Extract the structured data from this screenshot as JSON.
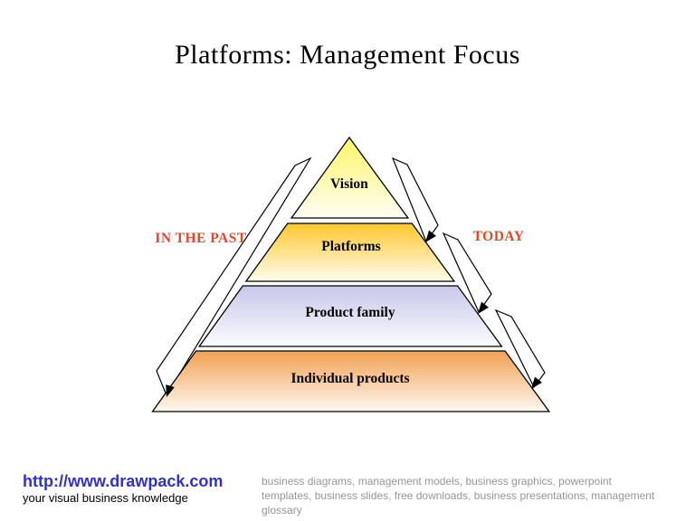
{
  "title": "Platforms: Management Focus",
  "pyramid": {
    "layers": [
      {
        "label": "Vision",
        "color_top": "#FFF566"
      },
      {
        "label": "Platforms",
        "color_top": "#FFC72E"
      },
      {
        "label": "Product family",
        "color_top": "#C7C8EA"
      },
      {
        "label": "Individual products",
        "color_top": "#F0A052"
      }
    ]
  },
  "annotations": {
    "past_label": "IN THE PAST",
    "today_label": "TODAY",
    "label_color": "#E2492B"
  },
  "footer": {
    "url": "http://www.drawpack.com",
    "url_color": "#3131C7",
    "tagline": "your visual business knowledge",
    "description_color": "#969696",
    "description_lines": [
      "business diagrams, management models, business graphics, powerpoint",
      "templates, business slides, free downloads, business presentations, management",
      "glossary"
    ]
  }
}
